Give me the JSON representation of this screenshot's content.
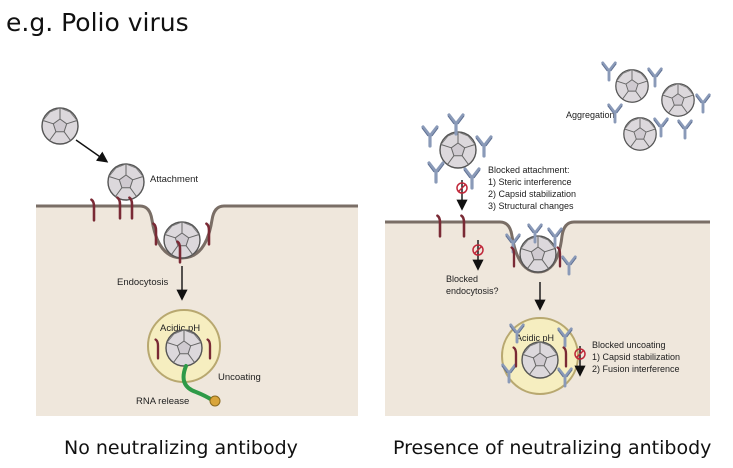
{
  "title": "e.g. Polio virus",
  "left_panel": {
    "caption": "No neutralizing antibody",
    "labels": {
      "attachment": "Attachment",
      "endocytosis": "Endocytosis",
      "acidic_ph": "Acidic pH",
      "uncoating": "Uncoating",
      "rna_release": "RNA release"
    }
  },
  "right_panel": {
    "caption": "Presence of neutralizing antibody",
    "labels": {
      "aggregation": "Aggregation",
      "blocked_attachment": "Blocked attachment:",
      "blocked_attachment_items": [
        "1) Steric interference",
        "2) Capsid stabilization",
        "3) Structural changes"
      ],
      "blocked_endocytosis_1": "Blocked",
      "blocked_endocytosis_2": "endocytosis?",
      "acidic_ph": "Acidic pH",
      "blocked_uncoating": "Blocked uncoating",
      "blocked_uncoating_items": [
        "1) Capsid stabilization",
        "2) Fusion interference"
      ]
    }
  },
  "colors": {
    "cytoplasm": "#efe7dc",
    "membrane": "#7a6e66",
    "receptor": "#7a2a35",
    "antibody": "#8a9ab8",
    "virus": "#d8d4d8",
    "endosome": "#f6eec0",
    "rna": "#2e9a47",
    "block": "#c0283a"
  }
}
